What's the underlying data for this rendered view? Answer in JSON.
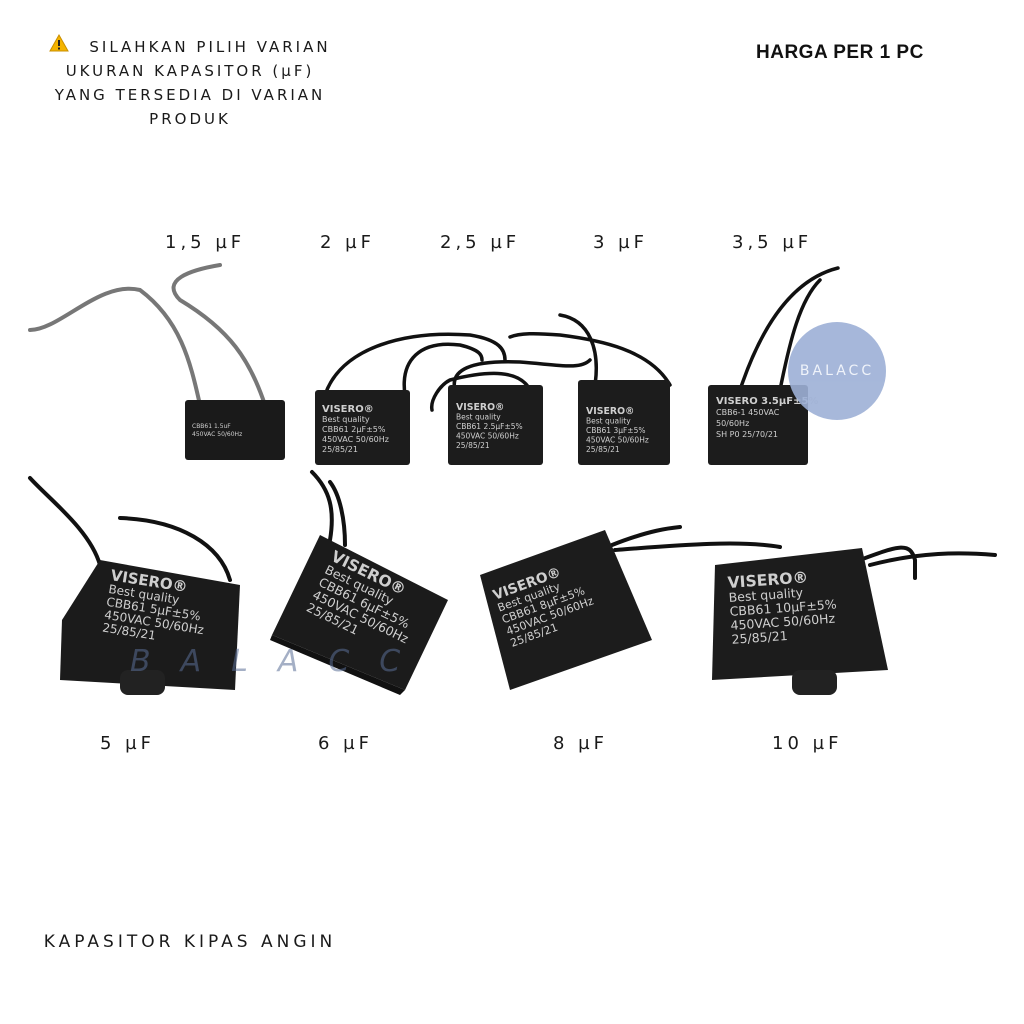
{
  "notice": {
    "icon": "warning-icon",
    "text": "SILAHKAN PILIH VARIAN UKURAN KAPASITOR (µF) YANG TERSEDIA DI VARIAN PRODUK"
  },
  "price_note": "HARGA PER 1 PC",
  "brand_watermark": "BALACC",
  "capacitors": [
    {
      "label": "1,5 µF",
      "print": [
        "CBB61 1.5uF",
        "450VAC 50/60Hz"
      ]
    },
    {
      "label": "2 µF",
      "print": [
        "VISERO®",
        "Best quality",
        "CBB61  2µF±5%",
        "450VAC 50/60Hz",
        "25/85/21"
      ]
    },
    {
      "label": "2,5 µF",
      "print": [
        "VISERO®",
        "Best quality",
        "CBB61 2.5µF±5%",
        "450VAC 50/60Hz",
        "25/85/21"
      ]
    },
    {
      "label": "3 µF",
      "print": [
        "VISERO®",
        "Best quality",
        "CBB61  3µF±5%",
        "450VAC 50/60Hz",
        "25/85/21"
      ]
    },
    {
      "label": "3,5 µF",
      "print": [
        "VISERO 3.5µF±5%",
        "CBB6-1  450VAC",
        "50/60Hz",
        "SH P0 25/70/21"
      ]
    },
    {
      "label": "5 µF",
      "print": [
        "VISERO®",
        "Best quality",
        "CBB61  5µF±5%",
        "450VAC 50/60Hz",
        "25/85/21"
      ]
    },
    {
      "label": "6 µF",
      "print": [
        "VISERO®",
        "Best quality",
        "CBB61  6µF±5%",
        "450VAC 50/60Hz",
        "25/85/21"
      ]
    },
    {
      "label": "8 µF",
      "print": [
        "VISERO®",
        "Best quality",
        "CBB61  8µF±5%",
        "450VAC 50/60Hz",
        "25/85/21"
      ]
    },
    {
      "label": "10 µF",
      "print": [
        "VISERO®",
        "Best quality",
        "CBB61  10µF±5%",
        "450VAC 50/60Hz",
        "25/85/21"
      ]
    }
  ],
  "footer": "KAPASITOR KIPAS ANGIN",
  "colors": {
    "capacitor_body": "#1c1c1c",
    "wire": "#111111",
    "badge": "#9db0d6"
  }
}
